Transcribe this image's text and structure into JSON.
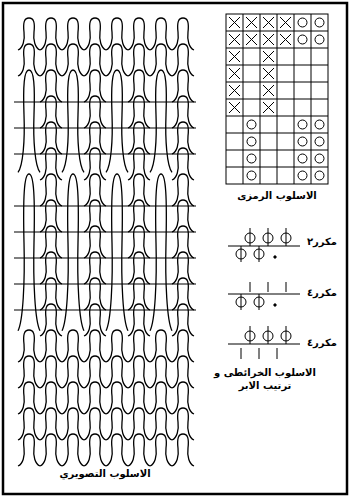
{
  "diagram": {
    "labels": [
      "الاسلوب الرمزى",
      "مكرر٢",
      "مكرر٤",
      "مكرر٤",
      "الاسلوب الخرائطى و ترتيب الابر",
      "الاسلوب التصويري"
    ]
  }
}
